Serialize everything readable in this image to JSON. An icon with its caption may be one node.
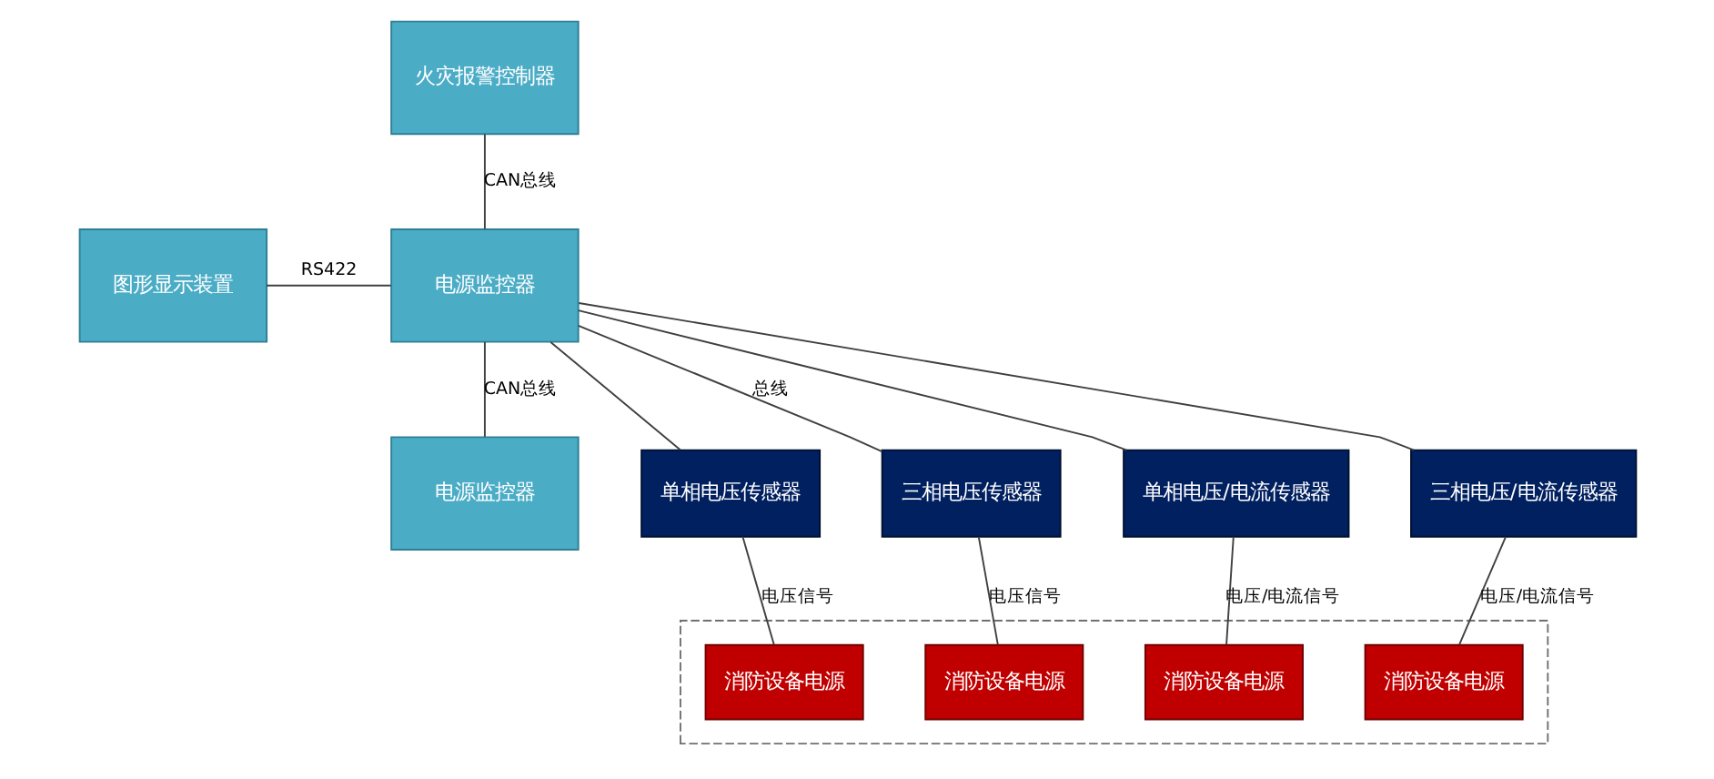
{
  "diagram": {
    "nodes": [
      {
        "text": [
          "火灾报警控制器"
        ]
      },
      {
        "text": [
          "图形显示装置"
        ]
      },
      {
        "text": [
          "电源监控器"
        ]
      },
      {
        "text": [
          "电源监控器"
        ]
      },
      {
        "text": [
          "单相电压传感器"
        ]
      },
      {
        "text": [
          "三相电压传感器"
        ]
      },
      {
        "text": [
          "单相电压/电流传感器"
        ]
      },
      {
        "text": [
          "三相电压/电流传感器"
        ]
      },
      {
        "text": [],
        "shape": "box"
      },
      {
        "text": [
          "消防设备电源"
        ],
        "in": 8
      },
      {
        "text": [
          "消防设备电源"
        ],
        "in": 8
      },
      {
        "text": [
          "消防设备电源"
        ],
        "in": 8
      },
      {
        "text": [
          "消防设备电源"
        ],
        "in": 8
      }
    ],
    "edges": [
      {
        "from": 0,
        "to": 2,
        "arrow": "none",
        "label": "CAN总线"
      },
      {
        "from": 1,
        "to": 2,
        "arrow": "none",
        "label": "RS422"
      },
      {
        "from": 2,
        "to": 3,
        "arrow": "none",
        "label": "CAN总线"
      },
      {
        "from": 2,
        "to": 4,
        "arrow": "none"
      },
      {
        "from": 2,
        "to": 5,
        "arrow": "none",
        "label": "总线"
      },
      {
        "from": 2,
        "to": 6,
        "arrow": "none"
      },
      {
        "from": 2,
        "to": 7,
        "arrow": "none"
      },
      {
        "from": 4,
        "to": 9,
        "arrow": "none",
        "label": "电压信号"
      },
      {
        "from": 5,
        "to": 10,
        "arrow": "none",
        "label": "电压信号"
      },
      {
        "from": 6,
        "to": 11,
        "arrow": "none",
        "label": "电压/电流信号"
      },
      {
        "from": 7,
        "to": 12,
        "arrow": "none",
        "label": "电压/电流信号"
      }
    ]
  }
}
